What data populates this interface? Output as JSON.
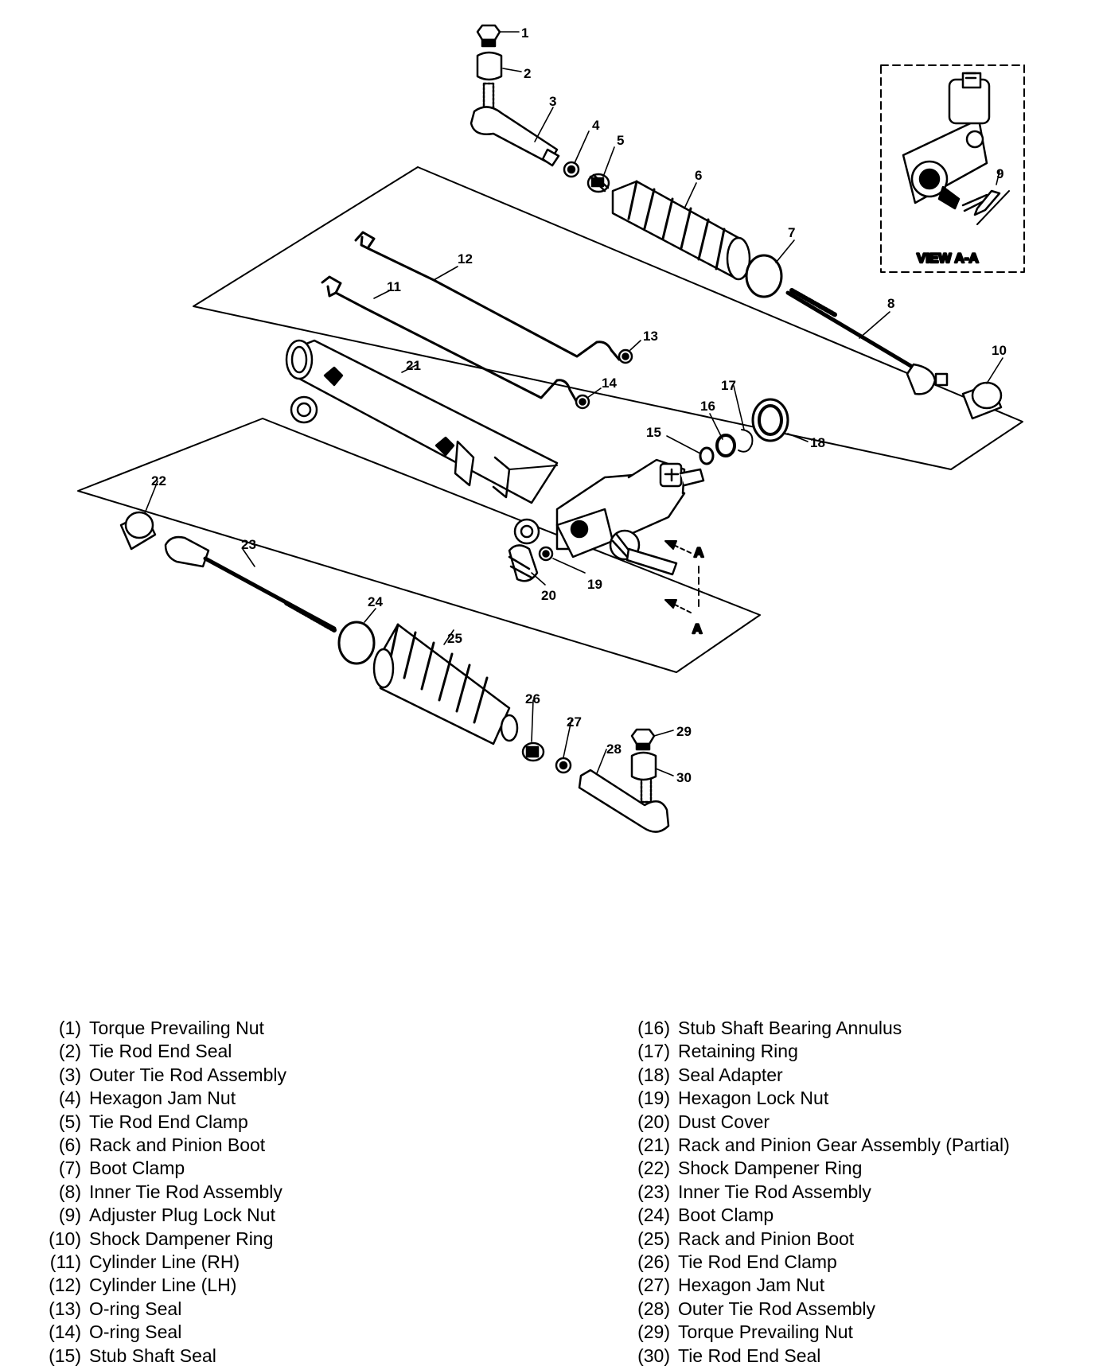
{
  "view": {
    "title": "VIEW A-A",
    "section_marker": "A"
  },
  "callouts": [
    "1",
    "2",
    "3",
    "4",
    "5",
    "6",
    "7",
    "8",
    "9",
    "10",
    "11",
    "12",
    "13",
    "14",
    "15",
    "16",
    "17",
    "18",
    "19",
    "20",
    "21",
    "22",
    "23",
    "24",
    "25",
    "26",
    "27",
    "28",
    "29",
    "30"
  ],
  "legend": {
    "left": [
      {
        "num": "(1)",
        "label": "Torque Prevailing Nut"
      },
      {
        "num": "(2)",
        "label": "Tie Rod End Seal"
      },
      {
        "num": "(3)",
        "label": "Outer Tie Rod Assembly"
      },
      {
        "num": "(4)",
        "label": "Hexagon Jam Nut"
      },
      {
        "num": "(5)",
        "label": "Tie Rod End Clamp"
      },
      {
        "num": "(6)",
        "label": "Rack and Pinion Boot"
      },
      {
        "num": "(7)",
        "label": "Boot Clamp"
      },
      {
        "num": "(8)",
        "label": "Inner Tie Rod Assembly"
      },
      {
        "num": "(9)",
        "label": "Adjuster Plug Lock Nut"
      },
      {
        "num": "(10)",
        "label": "Shock Dampener Ring"
      },
      {
        "num": "(11)",
        "label": "Cylinder Line (RH)"
      },
      {
        "num": "(12)",
        "label": "Cylinder Line (LH)"
      },
      {
        "num": "(13)",
        "label": "O-ring Seal"
      },
      {
        "num": "(14)",
        "label": "O-ring Seal"
      },
      {
        "num": "(15)",
        "label": "Stub Shaft Seal"
      }
    ],
    "right": [
      {
        "num": "(16)",
        "label": "Stub Shaft Bearing Annulus"
      },
      {
        "num": "(17)",
        "label": "Retaining Ring"
      },
      {
        "num": "(18)",
        "label": "Seal Adapter"
      },
      {
        "num": "(19)",
        "label": "Hexagon Lock Nut"
      },
      {
        "num": "(20)",
        "label": "Dust Cover"
      },
      {
        "num": "(21)",
        "label": "Rack and Pinion Gear Assembly (Partial)"
      },
      {
        "num": "(22)",
        "label": "Shock Dampener Ring"
      },
      {
        "num": "(23)",
        "label": "Inner Tie Rod Assembly"
      },
      {
        "num": "(24)",
        "label": "Boot Clamp"
      },
      {
        "num": "(25)",
        "label": "Rack and Pinion Boot"
      },
      {
        "num": "(26)",
        "label": "Tie Rod End Clamp"
      },
      {
        "num": "(27)",
        "label": "Hexagon Jam Nut"
      },
      {
        "num": "(28)",
        "label": "Outer Tie Rod Assembly"
      },
      {
        "num": "(29)",
        "label": "Torque Prevailing Nut"
      },
      {
        "num": "(30)",
        "label": "Tie Rod End Seal"
      }
    ]
  }
}
